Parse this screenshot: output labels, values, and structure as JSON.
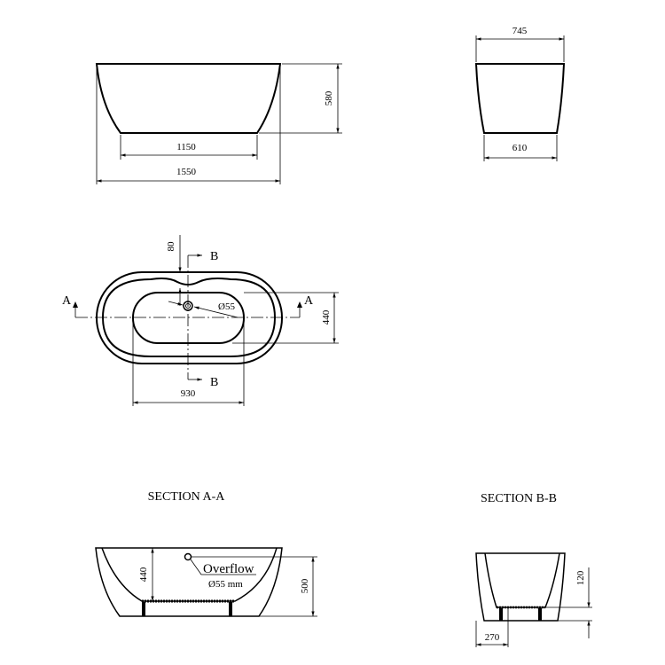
{
  "front_view": {
    "dim_bottom": "1150",
    "dim_overall": "1550",
    "dim_height": "580"
  },
  "side_view": {
    "dim_top": "745",
    "dim_bottom": "610"
  },
  "plan_view": {
    "dim_overflow_offset": "80",
    "section_a_label": "A",
    "section_b_label": "B",
    "drain_diameter": "Ø55",
    "dim_basin_width": "440",
    "dim_basin_length": "930"
  },
  "section_aa": {
    "title": "SECTION  A-A",
    "dim_depth": "440",
    "overflow_label": "Overflow",
    "overflow_size": "Ø55  mm",
    "dim_height": "500"
  },
  "section_bb": {
    "title": "SECTION  B-B",
    "dim_overflow": "120",
    "dim_offset": "270"
  }
}
